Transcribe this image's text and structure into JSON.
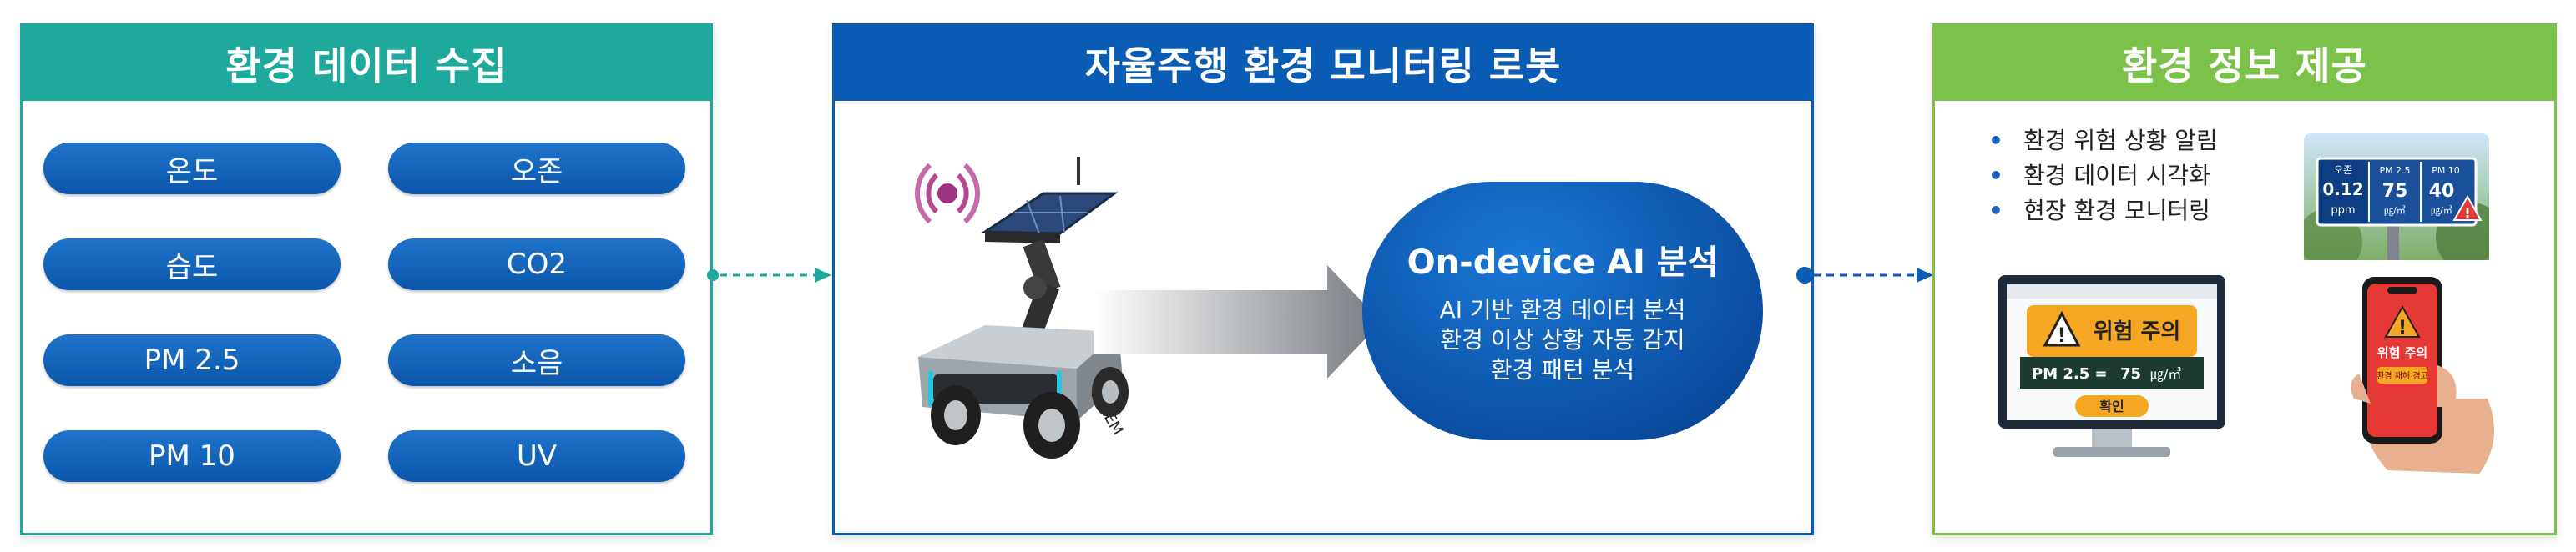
{
  "panels": {
    "collect": {
      "title": "환경 데이터 수집",
      "items": [
        "온도",
        "오존",
        "습도",
        "CO2",
        "PM 2.5",
        "소음",
        "PM 10",
        "UV"
      ]
    },
    "robot": {
      "title": "자율주행 환경 모니터링 로봇",
      "robot_brand": "TAREM",
      "ai": {
        "title": "On-device AI 분석",
        "lines": [
          "AI 기반 환경 데이터 분석",
          "환경 이상 상황 자동 감지",
          "환경 패턴 분석"
        ]
      }
    },
    "provide": {
      "title": "환경 정보 제공",
      "bullets": [
        "환경 위험 상황 알림",
        "환경 데이터 시각화",
        "현장 환경 모니터링"
      ],
      "sign": {
        "ozone_label": "오존",
        "ozone_value": "0.12",
        "ozone_unit": "ppm",
        "pm25_label": "PM 2.5",
        "pm25_value": "75",
        "pm25_unit": "㎍/㎥",
        "pm10_label": "PM 10",
        "pm10_value": "40",
        "pm10_unit": "㎍/㎥"
      },
      "monitor": {
        "alert": "위험 주의",
        "reading_label": "PM 2.5 =",
        "reading_value": "75",
        "reading_unit": "㎍/㎥",
        "confirm": "확인"
      },
      "phone": {
        "alert": "위험 주의",
        "sub": "환경 재해 경고"
      }
    }
  },
  "colors": {
    "teal": "#1fa99d",
    "blue": "#0a5cb5",
    "green": "#7cc24a",
    "pill": "#0b57ac",
    "alert": "#f5a623"
  }
}
